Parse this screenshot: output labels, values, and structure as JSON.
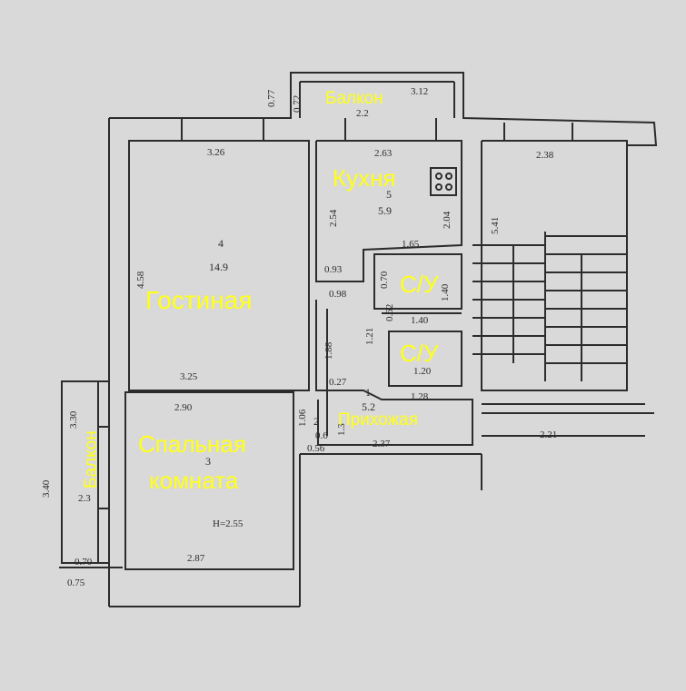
{
  "colors": {
    "paper": "#d9d9d9",
    "line": "#2c2c2c",
    "label": "#ffff1a"
  },
  "labels": {
    "balcony_top": "Балкон",
    "kitchen": "Кухня",
    "living": "Гостиная",
    "wc1": "С/У",
    "wc2": "С/У",
    "hall": "Прихожая",
    "bedroom_line1": "Спальная",
    "bedroom_line2": "комната",
    "balcony_left": "Балкон"
  },
  "dims": {
    "d077": "0.77",
    "d072": "0.72",
    "d312": "3.12",
    "d22": "2.2",
    "d326": "3.26",
    "d263": "2.63",
    "d238": "2.38",
    "d254": "2.54",
    "d204": "2.04",
    "d541": "5.41",
    "d458": "4.58",
    "d165": "1.65",
    "d093": "0.93",
    "d098": "0.98",
    "d070": "0.70",
    "d062": "0.62",
    "d140a": "1.40",
    "d140b": "1.40",
    "d121": "1.21",
    "d188": "1.88",
    "d325": "3.25",
    "d027": "0.27",
    "d120": "1.20",
    "d128": "1.28",
    "d290": "2.90",
    "d106": "1.06",
    "d237": "2.37",
    "d221": "2.21",
    "d330": "3.30",
    "d340": "3.40",
    "d23": "2.3",
    "d070b": "0.70",
    "d075": "0.75",
    "d287": "2.87",
    "d056": "0.56",
    "d06": "0.6",
    "d13": "1.3",
    "h255": "H=2.55"
  },
  "rooms": {
    "r5_num": "5",
    "r5_area": "5.9",
    "r4_num": "4",
    "r4_area": "14.9",
    "r1_num": "1",
    "r1_area": "5.2",
    "r3_num": "3",
    "r2_num": "2"
  }
}
